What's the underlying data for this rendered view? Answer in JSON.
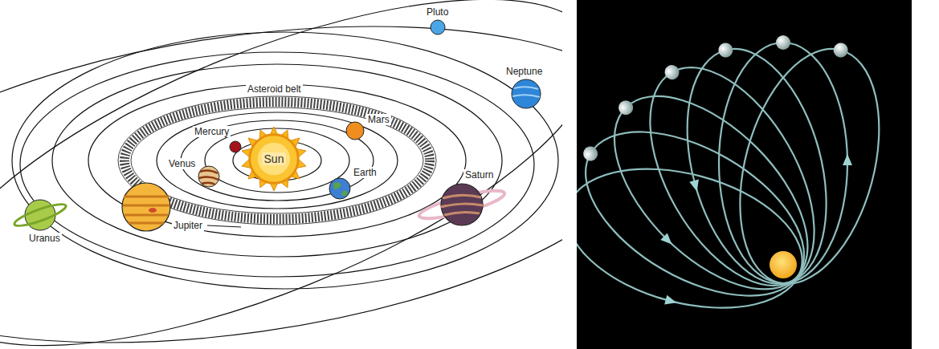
{
  "diagram": {
    "nodes": [
      {
        "text": [
          "Sun"
        ]
      }
    ],
    "labels": [
      "Pluto",
      "Neptune",
      "Asteroid belt",
      "Mercury",
      "Mars",
      "Venus",
      "Earth",
      "Saturn",
      "Uranus",
      "Jupiter"
    ]
  }
}
